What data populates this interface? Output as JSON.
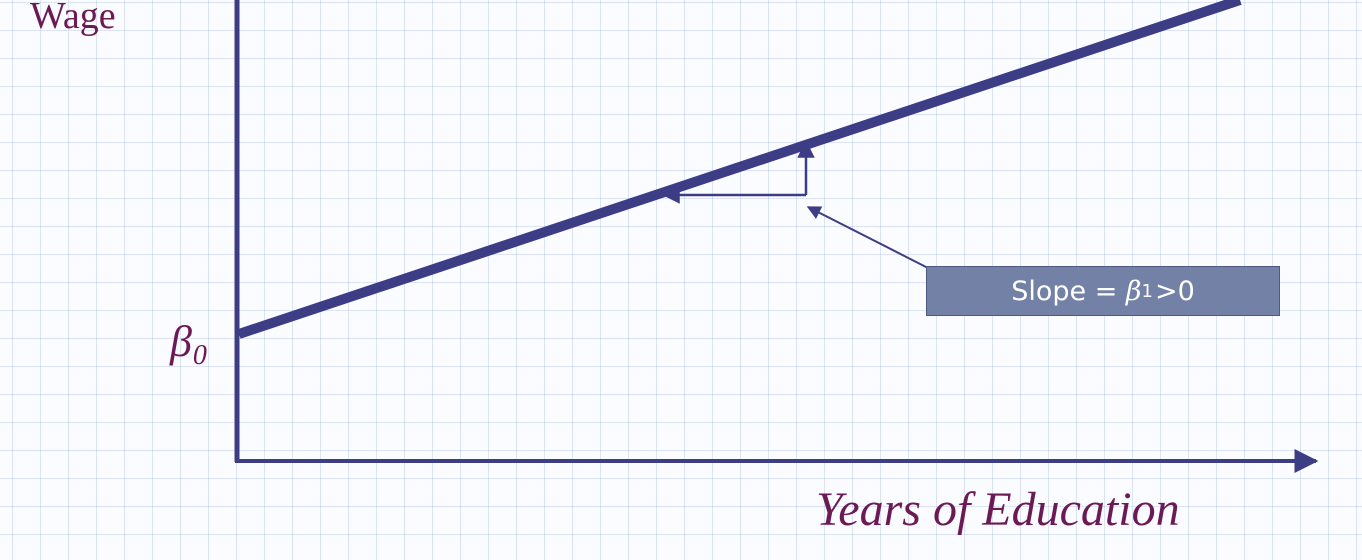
{
  "axes": {
    "y_title": "Wage",
    "x_title": "Years of Education"
  },
  "intercept": {
    "symbol": "β",
    "subscript": "0"
  },
  "slope_label": {
    "prefix": "Slope = ",
    "symbol": "β",
    "subscript": "1",
    "suffix": ">0"
  },
  "colors": {
    "axis": "#3d3d86",
    "line": "#3d3d86",
    "label_text": "#6b1a55",
    "box_fill": "#7381a6",
    "box_text": "#ffffff",
    "grid": "#c8d3ee"
  }
}
